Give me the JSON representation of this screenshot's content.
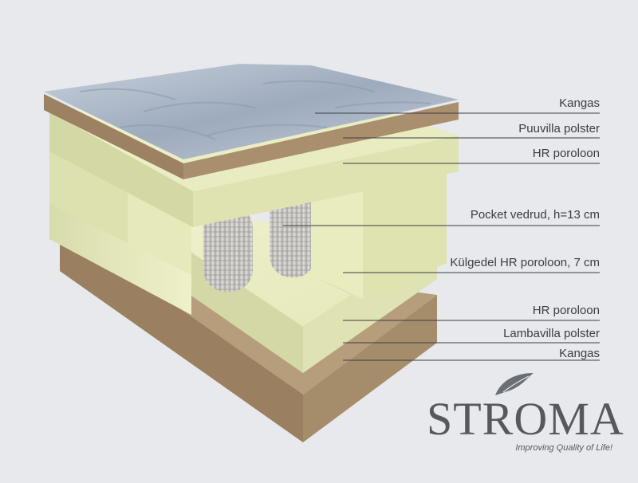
{
  "labels": [
    "Kangas",
    "Puuvilla polster",
    "HR poroloon",
    "Pocket vedrud, h=13 cm",
    "Külgedel HR poroloon, 7 cm",
    "HR poroloon",
    "Lambavilla polster",
    "Kangas"
  ],
  "brand": {
    "name": "STROMA",
    "tagline": "Improving Quality of Life!",
    "logo_icon": "feather-icon"
  },
  "colors": {
    "background": "#e7e9ec",
    "foam": "#ecefc4",
    "wool": "#a98f6e",
    "fabric": "#aeb9c8",
    "spring": "#c9c8c6",
    "text": "#3a3d42"
  }
}
